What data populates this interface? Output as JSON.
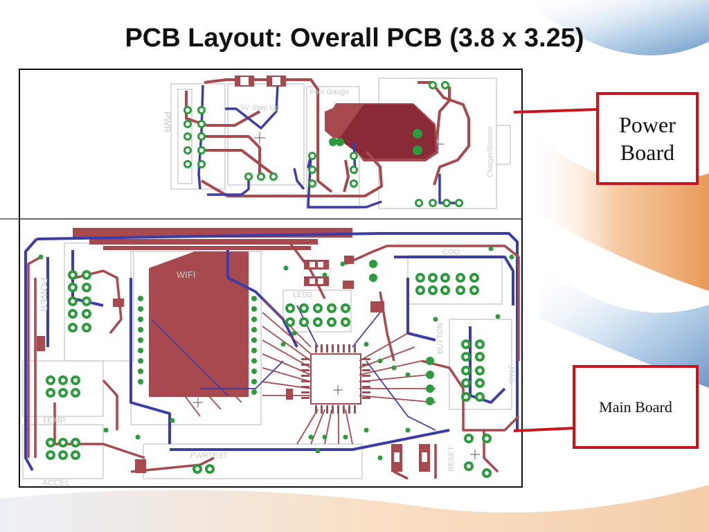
{
  "slide": {
    "title": "PCB Layout: Overall PCB (3.8 x 3.25)"
  },
  "callouts": {
    "power_board": [
      "Power",
      "Board"
    ],
    "main_board": "Main Board"
  },
  "silkscreen": {
    "power": {
      "pwr": "PWR",
      "step_up": "5V Step Up",
      "fuel_gauge": "Fuel Gauge",
      "charger": "Charger/Booster"
    },
    "main": {
      "power": "POWER",
      "wifi": "WIFI",
      "leds": "LEDS",
      "coq": "COQ",
      "button": "BUTTON",
      "temp": "TEMP",
      "accel": "ACCEL",
      "pwrtest": "PWRTEST",
      "reset": "RESET",
      "jtag": "JTAG"
    }
  },
  "colors": {
    "trace_top": "#a8494f",
    "trace_bottom": "#3d3da8",
    "pad": "#2e9a3e",
    "callout_border": "#c8141d",
    "silkscreen": "#c8c8c8"
  }
}
